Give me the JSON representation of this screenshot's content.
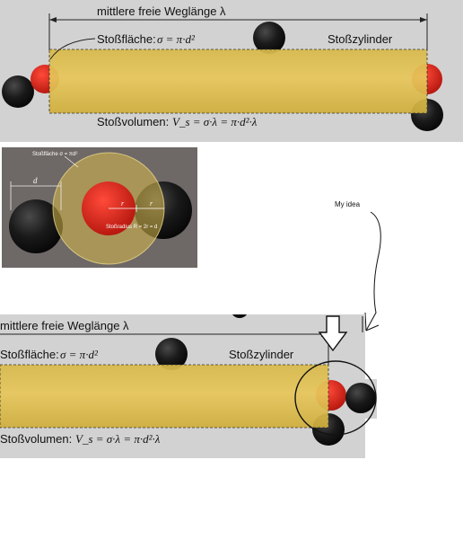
{
  "panel_top": {
    "mean_free_path_label": "mittlere freie Weglänge λ",
    "cross_section_label": "Stoßfläche:",
    "cross_section_formula": "σ = π·d²",
    "cylinder_label": "Stoßzylinder",
    "volume_label": "Stoßvolumen:",
    "volume_formula": "V_s = σ·λ = π·d²·λ"
  },
  "panel_small": {
    "area_label": "Stoßfläche σ = πd²",
    "d_label": "d",
    "r_label_1": "r",
    "r_label_2": "r",
    "radius_label": "Stoßradius R = 2r = d"
  },
  "note": {
    "text": "My idea"
  },
  "panel_bottom": {
    "mean_free_path_label": "mittlere freie Weglänge λ",
    "cross_section_label": "Stoßfläche:",
    "cross_section_formula": "σ = π·d²",
    "cylinder_label": "Stoßzylinder",
    "volume_label": "Stoßvolumen:",
    "volume_formula": "V_s = σ·λ = π·d²·λ"
  },
  "colors": {
    "panel_bg": "#cfcfcf",
    "cylinder": "#d9b83f",
    "molecule_red": "#d8261c",
    "molecule_black": "#151515",
    "dark_panel_bg": "#6f6a68"
  }
}
